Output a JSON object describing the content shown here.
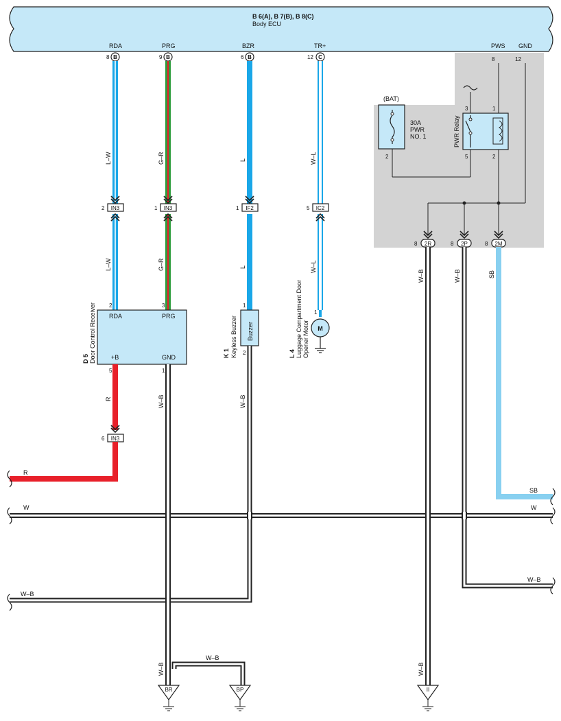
{
  "ecu": {
    "title": "B 6(A), B 7(B), B 8(C)",
    "subtitle": "Body ECU",
    "pins": {
      "rda": {
        "name": "RDA",
        "num": "8",
        "conn": "B"
      },
      "prg": {
        "name": "PRG",
        "num": "9",
        "conn": "B"
      },
      "bzr": {
        "name": "BZR",
        "num": "6",
        "conn": "B"
      },
      "tr": {
        "name": "TR+",
        "num": "12",
        "conn": "C"
      },
      "pws": {
        "name": "PWS",
        "num": "8"
      },
      "gnd": {
        "name": "GND",
        "num": "12"
      }
    }
  },
  "colors": {
    "blue": "#1aa7e8",
    "light_blue": "#88d0f0",
    "red": "#e8202a",
    "green": "#2f9e3f",
    "ecu_fill": "#c5e8f8",
    "relay_box": "#d3d3d3"
  },
  "wires": {
    "lw": "L–W",
    "gr": "G–R",
    "l": "L",
    "wl": "W–L",
    "r": "R",
    "wb": "W–B",
    "w": "W",
    "sb": "SB"
  },
  "connectors": {
    "in3_rda": {
      "label": "IN3",
      "pin": "2"
    },
    "in3_prg": {
      "label": "IN3",
      "pin": "1"
    },
    "if2": {
      "label": "IF2",
      "pin": "1"
    },
    "ic2": {
      "label": "IC2",
      "pin": "5"
    },
    "in3_b": {
      "label": "IN3",
      "pin": "6"
    },
    "c2r": {
      "label": "2R",
      "pin": "8"
    },
    "c2p": {
      "label": "2P",
      "pin": "8"
    },
    "c2m": {
      "label": "2M",
      "pin": "8"
    }
  },
  "fuse": {
    "bat": "(BAT)",
    "line1": "30A",
    "line2": "PWR",
    "line3": "NO. 1",
    "pin": "2"
  },
  "relay": {
    "name": "PWR Relay",
    "pin3": "3",
    "pin1": "1",
    "pin5": "5",
    "pin2": "2"
  },
  "door_receiver": {
    "code": "D 5",
    "name": "Door Control Receiver",
    "rda": "RDA",
    "prg": "PRG",
    "b": "+B",
    "gnd": "GND",
    "pin_rda": "2",
    "pin_prg": "3",
    "pin_b": "5",
    "pin_gnd": "1"
  },
  "buzzer": {
    "code": "K 1",
    "name": "Keyless Buzzer",
    "label": "Buzzer",
    "pin1": "1",
    "pin2": "2"
  },
  "motor": {
    "code": "L 4",
    "name1": "Luggage Compartment Door",
    "name2": "Opener Motor",
    "symbol": "M",
    "pin": "1"
  },
  "grounds": {
    "br": "BR",
    "bp": "BP",
    "ii": "II"
  }
}
